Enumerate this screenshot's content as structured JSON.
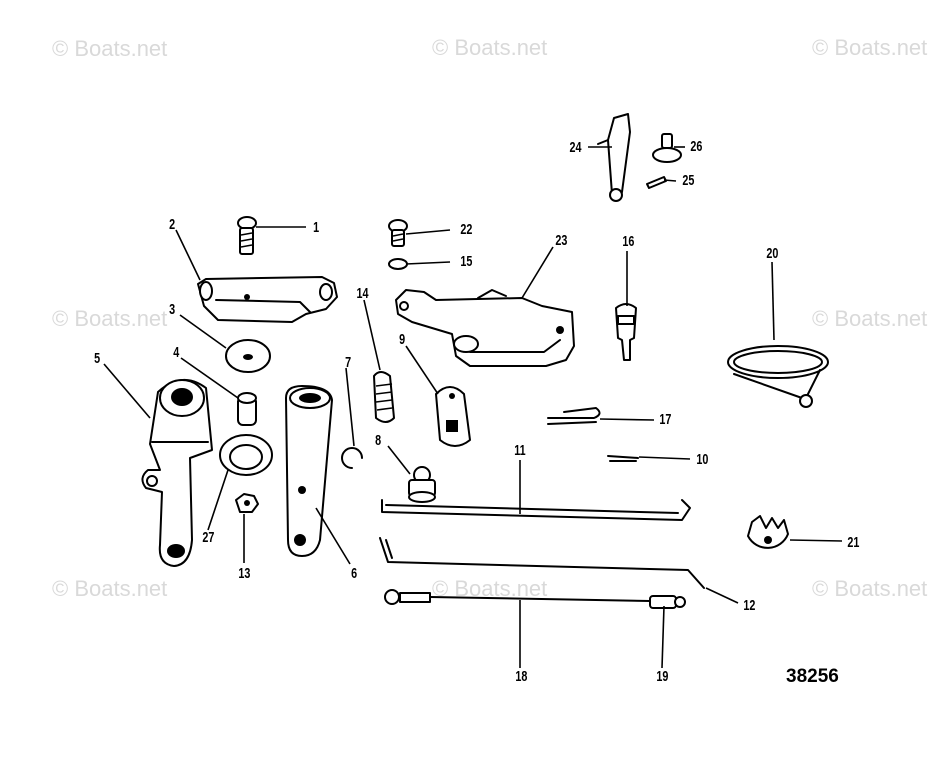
{
  "watermark": "© Boats.net",
  "diagram_code": "38256",
  "callouts": [
    "1",
    "2",
    "3",
    "4",
    "5",
    "6",
    "7",
    "8",
    "9",
    "10",
    "11",
    "12",
    "13",
    "14",
    "15",
    "16",
    "17",
    "18",
    "19",
    "20",
    "21",
    "22",
    "23",
    "24",
    "25",
    "26",
    "27"
  ],
  "parts": [
    "screw",
    "bracket",
    "washer",
    "bushing",
    "throttle-lever",
    "link-arm",
    "e-clip",
    "ball-joint",
    "socket",
    "pin",
    "rod",
    "rod",
    "nut",
    "spring",
    "washer",
    "clip",
    "cotter-pin",
    "cable",
    "sleeve",
    "clamp",
    "cam-plate",
    "screw",
    "throttle-cam",
    "lever",
    "pin",
    "knob",
    "wave-washer"
  ]
}
